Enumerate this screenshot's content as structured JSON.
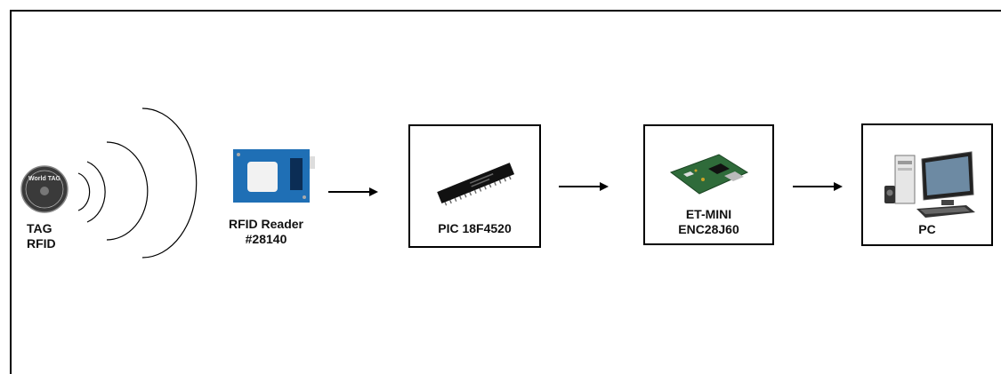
{
  "nodes": {
    "tag": {
      "line1": "TAG",
      "line2": "RFID",
      "badge_text": "World TAG"
    },
    "reader": {
      "line1": "RFID Reader",
      "line2": "#28140"
    },
    "pic": {
      "label": "PIC 18F4520"
    },
    "etmini": {
      "line1": "ET-MINI",
      "line2": "ENC28J60"
    },
    "pc": {
      "label": "PC"
    }
  },
  "colors": {
    "reader_blue": "#1f6fb5",
    "board_green": "#2f6b3a",
    "chip_black": "#111111"
  }
}
